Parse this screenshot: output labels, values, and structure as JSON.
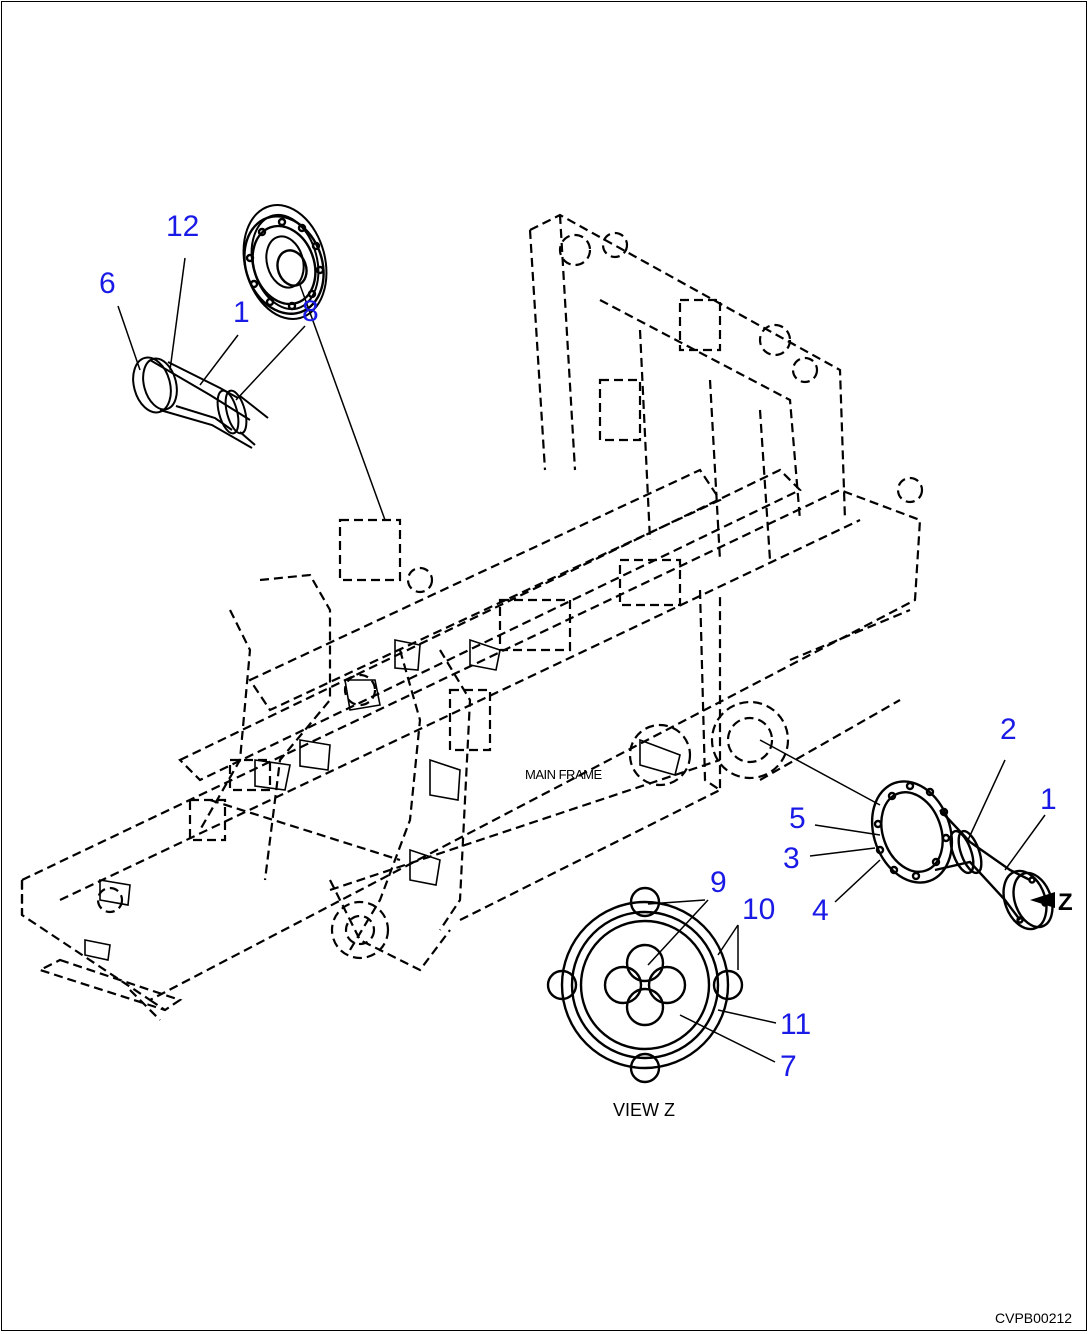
{
  "colors": {
    "callout": "#1a1ae6",
    "line": "#000000",
    "paper": "#ffffff"
  },
  "callouts": [
    {
      "id": "12",
      "text": "12"
    },
    {
      "id": "6",
      "text": "6"
    },
    {
      "id": "1a",
      "text": "1"
    },
    {
      "id": "8",
      "text": "8"
    },
    {
      "id": "2",
      "text": "2"
    },
    {
      "id": "1b",
      "text": "1"
    },
    {
      "id": "5",
      "text": "5"
    },
    {
      "id": "3",
      "text": "3"
    },
    {
      "id": "4",
      "text": "4"
    },
    {
      "id": "9",
      "text": "9"
    },
    {
      "id": "10",
      "text": "10"
    },
    {
      "id": "11",
      "text": "11"
    },
    {
      "id": "7",
      "text": "7"
    }
  ],
  "labels": {
    "main_frame": "MAIN FRAME",
    "view_z": "VIEW Z",
    "z_arrow": "Z",
    "drawing_code": "CVPB00212"
  }
}
